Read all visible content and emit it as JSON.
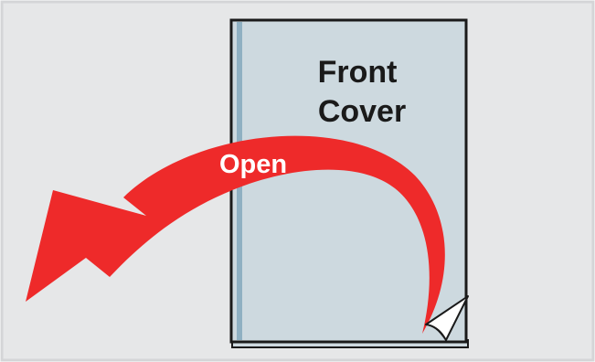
{
  "diagram": {
    "cover_title_line1": "Front",
    "cover_title_line2": "Cover",
    "arrow_label": "Open"
  },
  "colors": {
    "background": "#e6e7e8",
    "frame": "#d4d5d7",
    "cover_fill": "#cdd9df",
    "cover_spine": "#8fb0c2",
    "outline": "#1a1a1a",
    "arrow": "#ee2a2a",
    "arrow_text": "#ffffff",
    "page_curl": "#ffffff"
  },
  "icons": {
    "arrow": "curved-arrow-icon",
    "curl": "page-curl-icon"
  }
}
